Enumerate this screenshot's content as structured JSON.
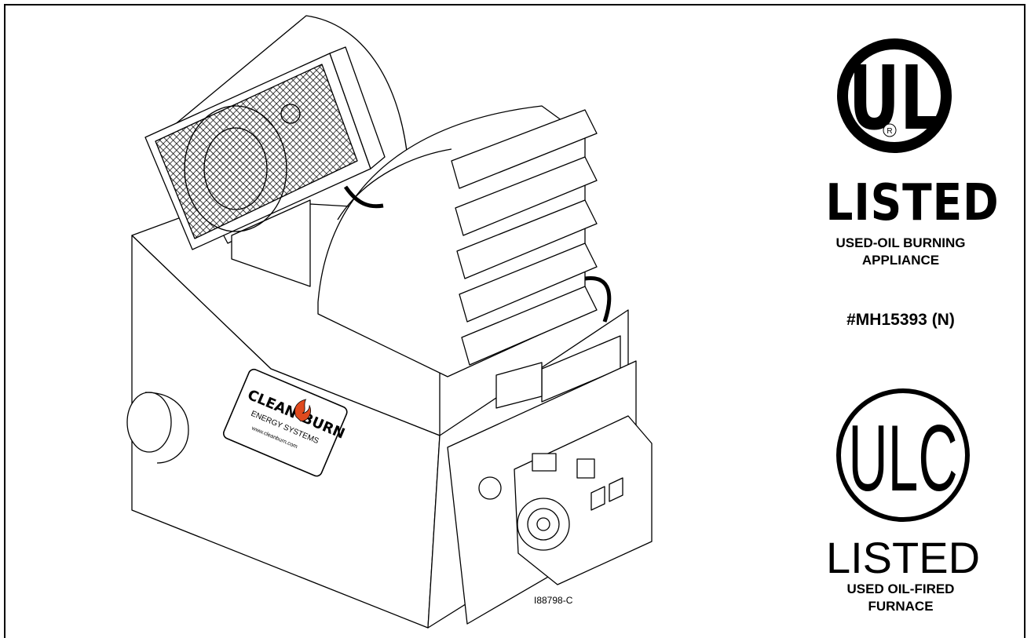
{
  "logo": {
    "brand_line1": "CLEAN",
    "brand_line2": "BURN",
    "tagline": "ENERGY SYSTEMS",
    "website": "www.cleanburn.com"
  },
  "ul_mark": {
    "letters": "UL",
    "registered": "R",
    "listed": "LISTED",
    "description_line1": "USED-OIL BURNING",
    "description_line2": "APPLIANCE",
    "certificate": "#MH15393 (N)"
  },
  "ulc_mark": {
    "letters": "ULC",
    "listed": "LISTED",
    "description_line1": "USED OIL-FIRED",
    "description_line2": "FURNACE"
  },
  "figure_id": "I88798-C"
}
